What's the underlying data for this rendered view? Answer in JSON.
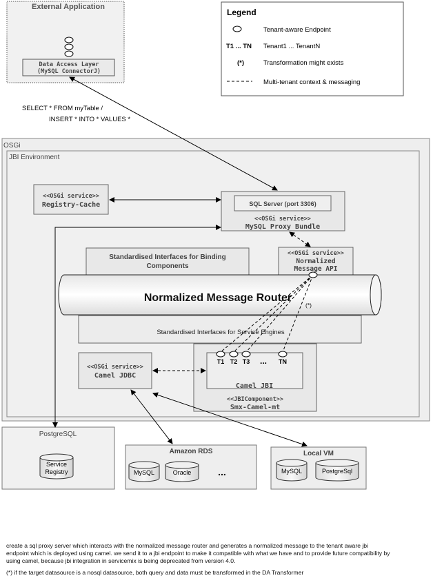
{
  "external_app": {
    "title": "External Application",
    "dal_line1": "Data Access Layer",
    "dal_line2": "(MySQL ConnectorJ)"
  },
  "legend": {
    "title": "Legend",
    "endpoint": "Tenant-aware Endpoint",
    "tenants_key": "T1 ... TN",
    "tenants_val": "Tenant1 ... TenantN",
    "transform_key": "(*)",
    "transform_val": "Transformation might exists",
    "multitenant": "Multi-tenant context & messaging"
  },
  "query": {
    "line1": "SELECT * FROM myTable  /",
    "line2": "INSERT * INTO * VALUES *"
  },
  "osgi": {
    "label": "OSGi"
  },
  "jbi": {
    "label": "JBI Environment"
  },
  "registry_cache": {
    "line1": "<<OSGi service>>",
    "line2": "Registry-Cache"
  },
  "proxy": {
    "server": "SQL Server (port 3306)",
    "line1": "<<OSGi service>>",
    "line2": "MySQL Proxy Bundle"
  },
  "binding": {
    "line1": "Standardised Interfaces for Binding",
    "line2": "Components"
  },
  "nm_api": {
    "line1": "<<OSGi service>>",
    "line2": "Normalized",
    "line3": "Message API"
  },
  "nmr": {
    "label": "Normalized Message Router",
    "transform_mark": "(*)"
  },
  "service_engines": {
    "label": "Standardised Interfaces for Service Engines"
  },
  "camel_jdbc": {
    "line1": "<<OSGi service>>",
    "line2": "Camel JDBC"
  },
  "camel_jbi": {
    "label": "Camel JBI",
    "t1": "T1",
    "t2": "T2",
    "t3": "T3",
    "dots": "...",
    "tn": "TN"
  },
  "smx": {
    "line1": "<<JBIComponent>>",
    "line2": "Smx-Camel-mt"
  },
  "postgres": {
    "label": "PostgreSQL",
    "db_line1": "Service",
    "db_line2": "Registry"
  },
  "amazon": {
    "label": "Amazon RDS",
    "db1": "MySQL",
    "db2": "Oracle",
    "dots": "..."
  },
  "localvm": {
    "label": "Local VM",
    "db1": "MySQL",
    "db2": "PostgreSql"
  },
  "notes": {
    "p1": "create a sql proxy server which interacts with the normalized message router and generates a normalized message to the tenant aware jbi endpoint which is deployed using camel. we send it to a jbi endpoint to make it compatible with what we have and to provide future compatibility by using camel, because jbi integration in servicemix is being deprecated from version 4.0.",
    "p2": "(*) if the target datasource is a nosql datasource, both query and data must be transformed in the DA Transformer"
  }
}
